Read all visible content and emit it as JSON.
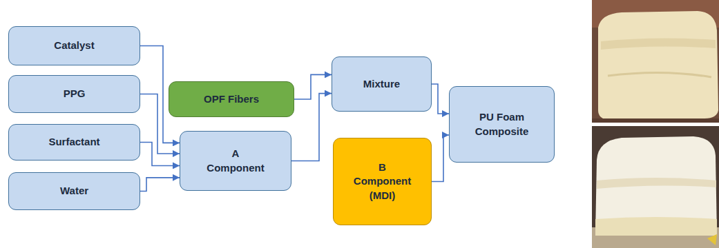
{
  "diagram": {
    "nodes": [
      {
        "text": [
          "Catalyst"
        ]
      },
      {
        "text": [
          "PPG"
        ]
      },
      {
        "text": [
          "Surfactant"
        ]
      },
      {
        "text": [
          "Water"
        ]
      },
      {
        "text": [
          "OPF Fibers"
        ]
      },
      {
        "text": [
          "A Component"
        ]
      },
      {
        "text": [
          "Mixture"
        ]
      },
      {
        "text": [
          "B Component (MDI)"
        ]
      },
      {
        "text": [
          "PU Foam Composite"
        ]
      }
    ],
    "edges": [
      {
        "from": 0,
        "to": 5,
        "arrow": "to"
      },
      {
        "from": 1,
        "to": 5,
        "arrow": "to"
      },
      {
        "from": 2,
        "to": 5,
        "arrow": "to"
      },
      {
        "from": 3,
        "to": 5,
        "arrow": "to"
      },
      {
        "from": 4,
        "to": 6,
        "arrow": "to"
      },
      {
        "from": 5,
        "to": 6,
        "arrow": "to"
      },
      {
        "from": 6,
        "to": 8,
        "arrow": "to"
      },
      {
        "from": 7,
        "to": 8,
        "arrow": "to"
      }
    ]
  }
}
